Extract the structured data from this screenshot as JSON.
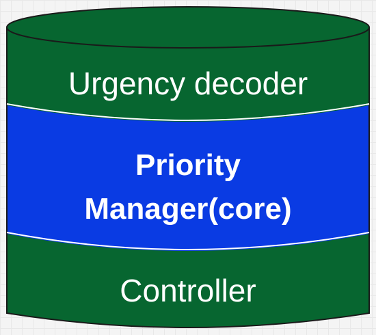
{
  "diagram": {
    "layers": [
      {
        "label": "Urgency decoder",
        "color": "#076630"
      },
      {
        "label_line1": "Priority",
        "label_line2": "Manager(core)",
        "color": "#0a3be3"
      },
      {
        "label": "Controller",
        "color": "#076630"
      }
    ],
    "divider_color": "#ffffff",
    "outline_color": "#1a1a1a"
  }
}
